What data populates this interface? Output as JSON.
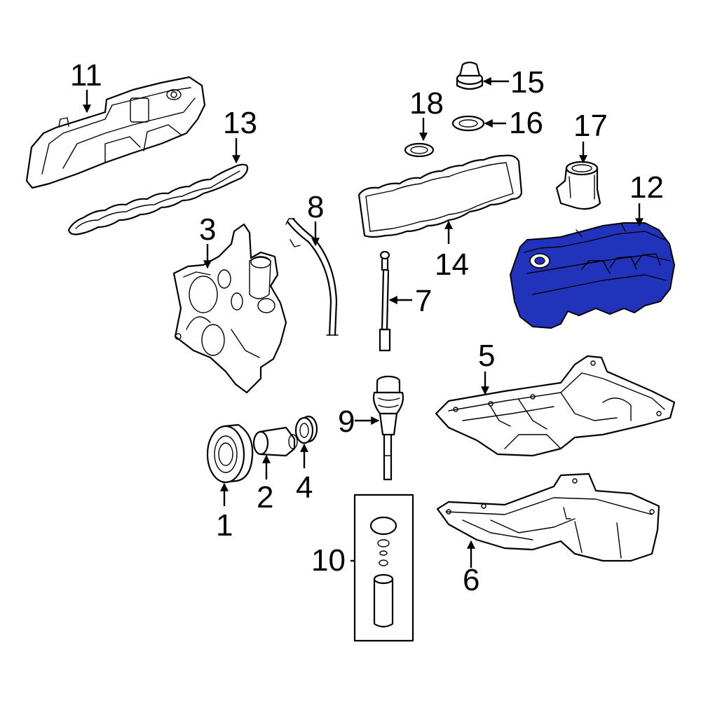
{
  "diagram": {
    "highlight_color": "#2233bb",
    "line_color": "#000000",
    "background": "#ffffff",
    "callouts": {
      "c1": "1",
      "c2": "2",
      "c3": "3",
      "c4": "4",
      "c5": "5",
      "c6": "6",
      "c7": "7",
      "c8": "8",
      "c9": "9",
      "c10": "10",
      "c11": "11",
      "c12": "12",
      "c13": "13",
      "c14": "14",
      "c15": "15",
      "c16": "16",
      "c17": "17",
      "c18": "18"
    }
  }
}
